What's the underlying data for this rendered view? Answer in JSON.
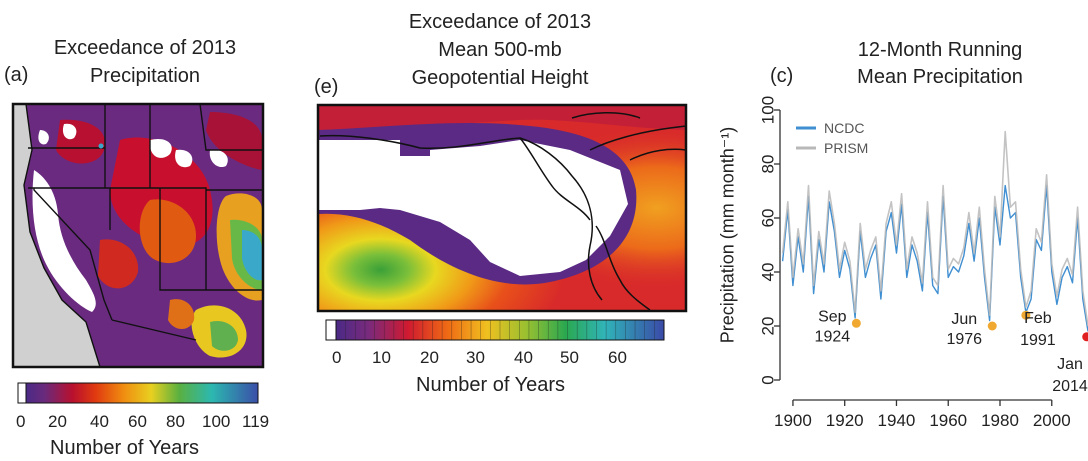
{
  "panel_a": {
    "label": "(a)",
    "title_line1": "Exceedance of 2013",
    "title_line2": "Precipitation",
    "colorbar_ticks": [
      "0",
      "20",
      "40",
      "60",
      "80",
      "100",
      "119"
    ],
    "xlabel": "Number of Years"
  },
  "panel_e": {
    "label": "(e)",
    "title_line1": "Exceedance of 2013",
    "title_line2": "Mean 500-mb",
    "title_line3": "Geopotential Height",
    "colorbar_ticks": [
      "0",
      "10",
      "20",
      "30",
      "40",
      "50",
      "60"
    ],
    "xlabel": "Number of Years"
  },
  "colors": {
    "ncdc": "#3f8fd2",
    "prism": "#b8b8b8",
    "marker_hist": "#f0a830",
    "marker_2014": "#e02020"
  },
  "chart_data": {
    "type": "line",
    "label": "(c)",
    "title": "12-Month Running Mean Precipitation",
    "title_line1": "12-Month Running",
    "title_line2": "Mean Precipitation",
    "ylabel": "Precipitation (mm month⁻¹)",
    "xlabel": "",
    "xlim": [
      1895,
      2014
    ],
    "ylim": [
      0,
      100
    ],
    "x_ticks": [
      1900,
      1920,
      1940,
      1960,
      1980,
      2000
    ],
    "y_ticks": [
      0,
      20,
      40,
      60,
      80,
      100
    ],
    "legend": [
      "NCDC",
      "PRISM"
    ],
    "legend_position": "top-left",
    "series": [
      {
        "name": "NCDC",
        "x": [
          1896,
          1898,
          1900,
          1902,
          1904,
          1906,
          1908,
          1910,
          1912,
          1914,
          1916,
          1918,
          1920,
          1922,
          1924,
          1926,
          1928,
          1930,
          1932,
          1934,
          1936,
          1938,
          1940,
          1942,
          1944,
          1946,
          1948,
          1950,
          1952,
          1954,
          1956,
          1958,
          1960,
          1962,
          1964,
          1966,
          1968,
          1970,
          1972,
          1974,
          1976,
          1978,
          1980,
          1982,
          1984,
          1986,
          1988,
          1990,
          1992,
          1994,
          1996,
          1998,
          2000,
          2002,
          2004,
          2006,
          2008,
          2010,
          2012,
          2014
        ],
        "y": [
          44,
          63,
          35,
          53,
          40,
          68,
          32,
          52,
          40,
          66,
          55,
          38,
          48,
          41,
          23,
          55,
          38,
          45,
          50,
          30,
          55,
          62,
          47,
          65,
          38,
          50,
          44,
          33,
          62,
          35,
          32,
          68,
          38,
          42,
          40,
          46,
          58,
          44,
          60,
          38,
          22,
          64,
          50,
          72,
          60,
          62,
          38,
          25,
          30,
          52,
          48,
          72,
          40,
          28,
          38,
          42,
          36,
          60,
          30,
          18
        ]
      },
      {
        "name": "PRISM",
        "x": [
          1896,
          1898,
          1900,
          1902,
          1904,
          1906,
          1908,
          1910,
          1912,
          1914,
          1916,
          1918,
          1920,
          1922,
          1924,
          1926,
          1928,
          1930,
          1932,
          1934,
          1936,
          1938,
          1940,
          1942,
          1944,
          1946,
          1948,
          1950,
          1952,
          1954,
          1956,
          1958,
          1960,
          1962,
          1964,
          1966,
          1968,
          1970,
          1972,
          1974,
          1976,
          1978,
          1980,
          1982,
          1984,
          1986,
          1988,
          1990,
          1992,
          1994,
          1996,
          1998,
          2000,
          2002,
          2004,
          2006,
          2008,
          2010,
          2012,
          2014
        ],
        "y": [
          47,
          66,
          38,
          56,
          43,
          72,
          35,
          55,
          43,
          70,
          58,
          41,
          51,
          44,
          25,
          58,
          41,
          48,
          53,
          33,
          58,
          66,
          50,
          69,
          41,
          53,
          47,
          36,
          66,
          38,
          35,
          72,
          41,
          45,
          43,
          49,
          62,
          47,
          64,
          41,
          24,
          68,
          53,
          92,
          64,
          66,
          41,
          27,
          33,
          56,
          51,
          76,
          43,
          31,
          41,
          45,
          39,
          64,
          33,
          20
        ]
      }
    ],
    "annotations": [
      {
        "line1": "Sep",
        "line2": "1924",
        "x": 1924.5,
        "y": 21,
        "color": "orange"
      },
      {
        "line1": "Jun",
        "line2": "1976",
        "x": 1977,
        "y": 20,
        "color": "orange"
      },
      {
        "line1": "Feb",
        "line2": "1991",
        "x": 1990,
        "y": 24,
        "color": "orange"
      },
      {
        "line1": "Jan",
        "line2": "2014",
        "x": 2013.5,
        "y": 16,
        "color": "red"
      }
    ]
  }
}
